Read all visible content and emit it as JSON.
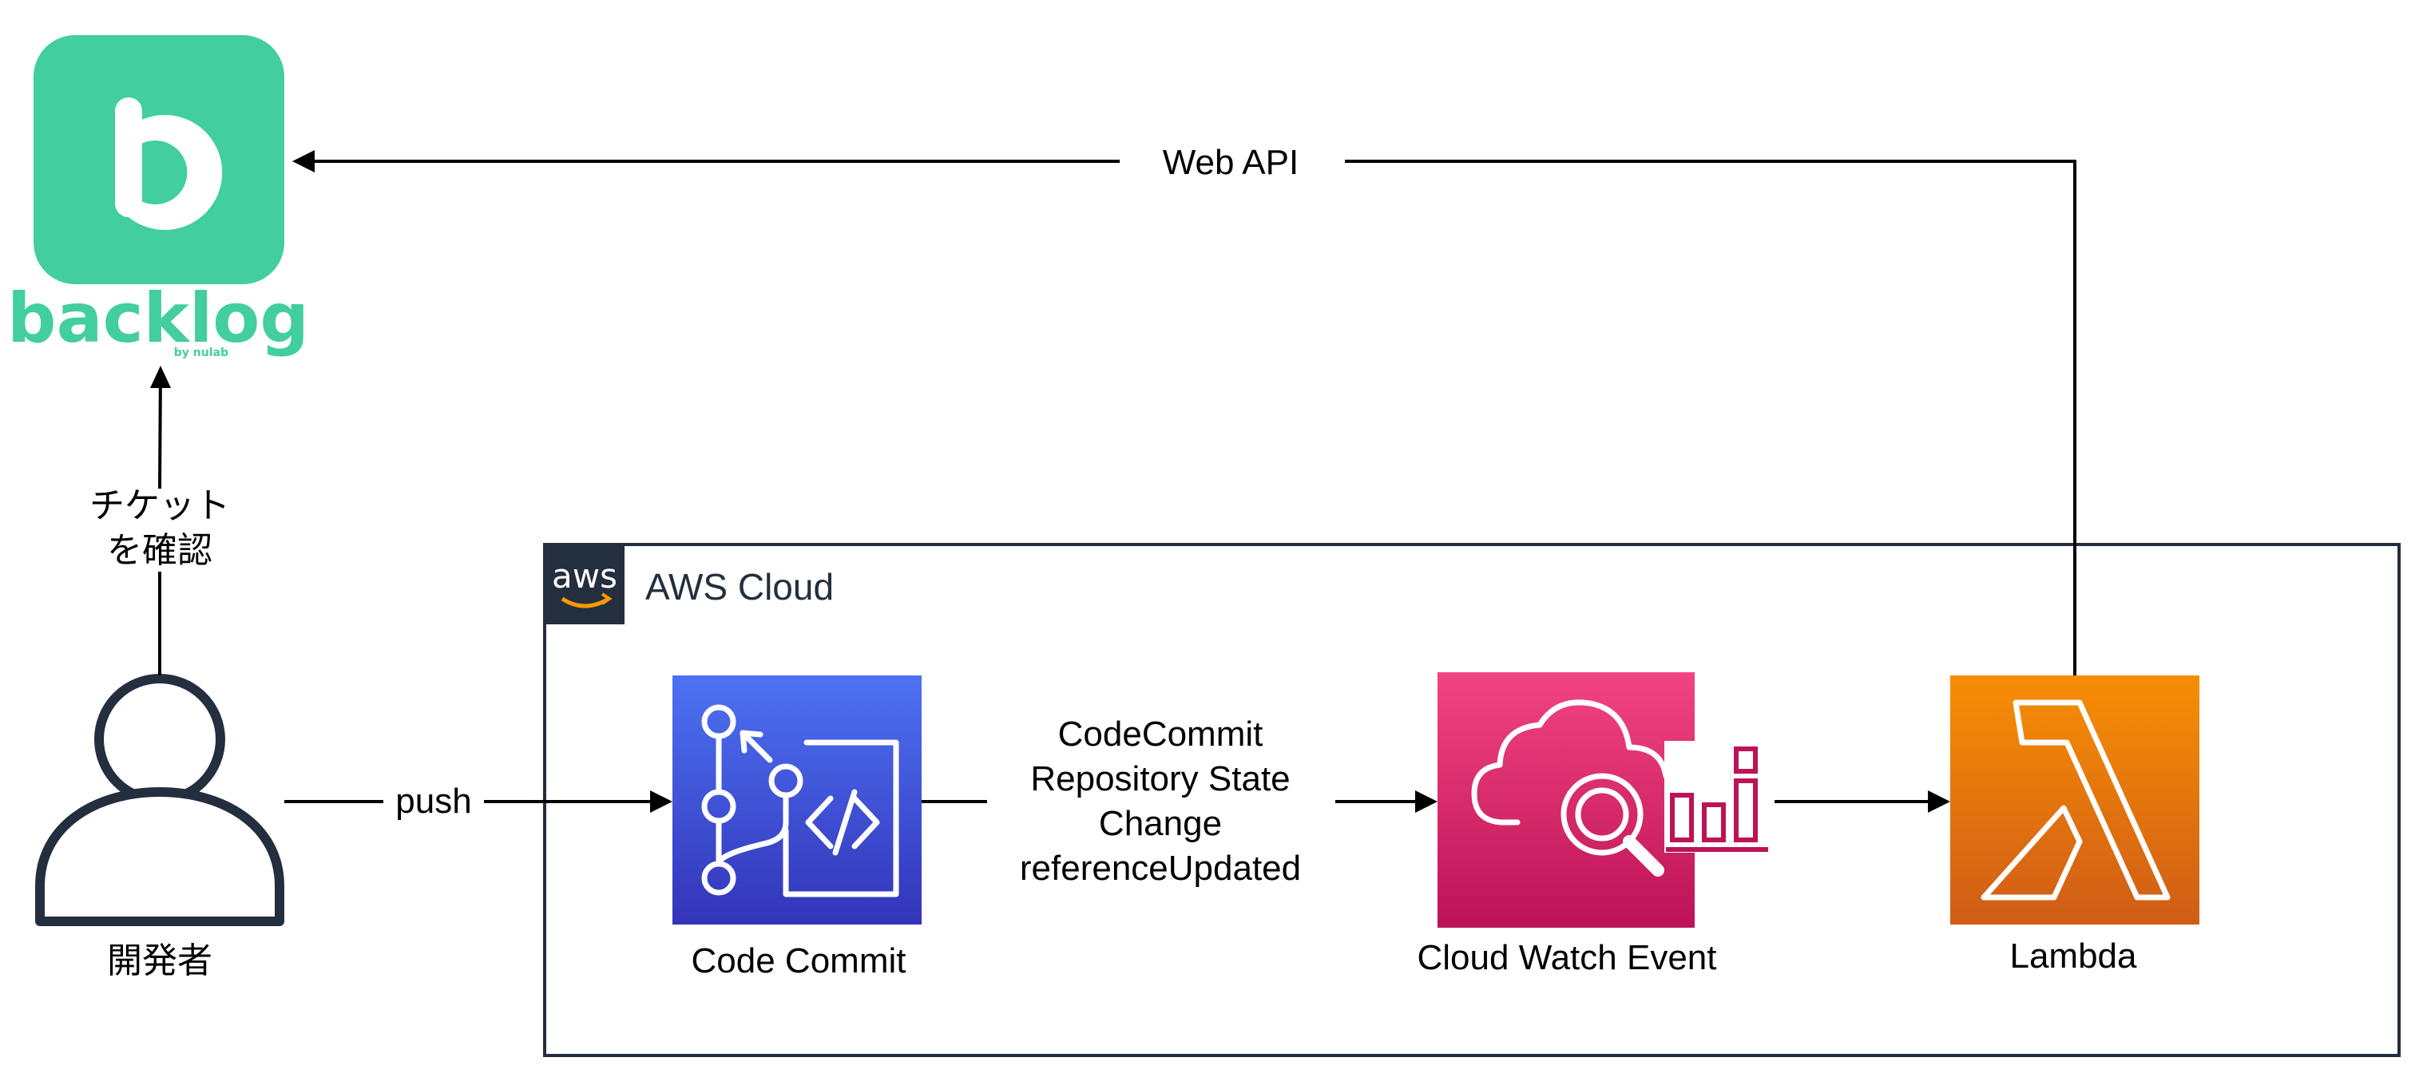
{
  "colors": {
    "backlog_green": "#42ce9f",
    "aws_dark": "#232f3e",
    "codecommit_top": "#4d72f3",
    "codecommit_bottom": "#3334b9",
    "cloudwatch_top": "#f34482",
    "cloudwatch_bottom": "#bc1356",
    "lambda_top": "#f78e04",
    "lambda_bottom": "#d05c17"
  },
  "backlog": {
    "name": "backlog",
    "byline": "by nulab",
    "icon": "backlog-logo-icon"
  },
  "actor": {
    "label": "開発者",
    "icon": "user-icon"
  },
  "aws_cloud": {
    "label": "AWS Cloud",
    "badge": "aws"
  },
  "nodes": {
    "codecommit": {
      "label": "Code Commit",
      "icon": "codecommit-icon"
    },
    "cloudwatch": {
      "label": "Cloud Watch Event",
      "icon": "cloudwatch-event-icon"
    },
    "lambda": {
      "label": "Lambda",
      "icon": "lambda-icon"
    }
  },
  "edges": {
    "push": "push",
    "web_api": "Web API",
    "ticket_line1": "チケット",
    "ticket_line2": "を確認",
    "event_line1": "CodeCommit",
    "event_line2": "Repository State",
    "event_line3": "Change",
    "event_line4": "referenceUpdated"
  }
}
